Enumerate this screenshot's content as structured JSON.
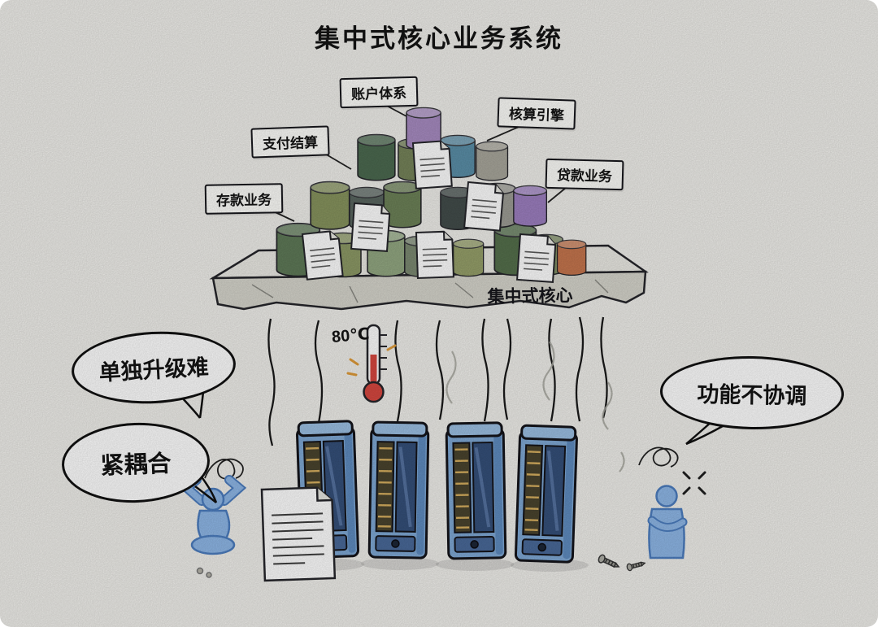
{
  "title": "集中式核心业务系统",
  "platform": {
    "label": "集中式核心"
  },
  "module_labels": {
    "account": "账户体系",
    "engine": "核算引擎",
    "payment": "支付结算",
    "loan": "贷款业务",
    "deposit": "存款业务"
  },
  "speech_bubbles": {
    "upgrade": "单独升级难",
    "coupling": "紧耦合",
    "coordination": "功能不协调"
  },
  "thermometer": {
    "reading": "80℃"
  },
  "colors": {
    "paper": "#f1f0ec",
    "ink": "#1c1c1c",
    "server_blue": "#7fa9d6",
    "figure_blue": "#8fb8e8",
    "alert_red": "#d84840",
    "slab_gray": "#ecebe5",
    "cylinder_green": "#5f7a58",
    "cylinder_purple": "#a88cc2",
    "cylinder_teal": "#5b8fa8",
    "cylinder_orange": "#c6764e"
  }
}
